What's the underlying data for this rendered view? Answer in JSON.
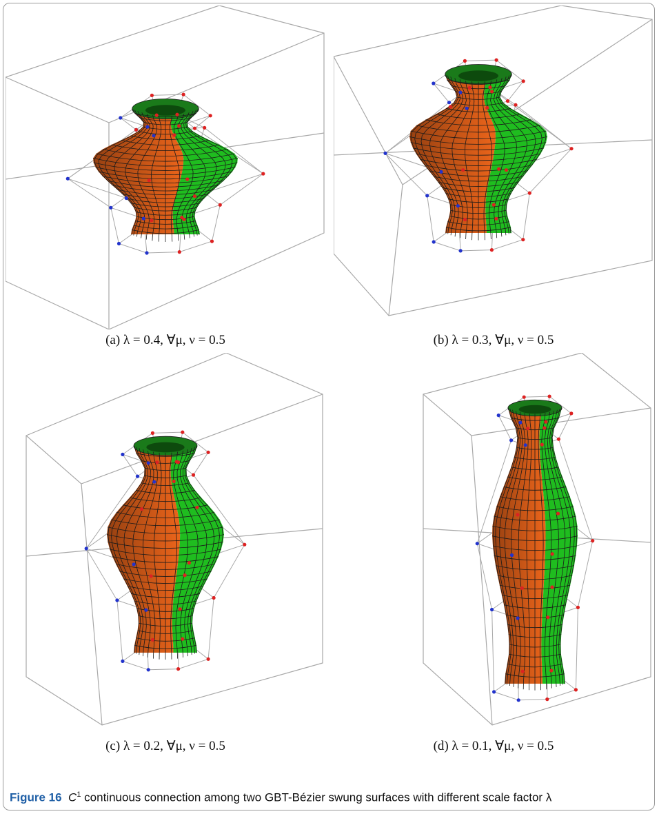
{
  "figure": {
    "label": "Figure 16",
    "caption_continuity": "C",
    "caption_superscript": "1",
    "caption_rest": " continuous connection among two GBT-Bézier swung surfaces with different scale factor λ"
  },
  "panels": [
    {
      "id": "a",
      "caption": "(a) λ = 0.4, ∀μ, ν = 0.5"
    },
    {
      "id": "b",
      "caption": "(b) λ = 0.3, ∀μ, ν = 0.5"
    },
    {
      "id": "c",
      "caption": "(c) λ = 0.2, ∀μ, ν = 0.5"
    },
    {
      "id": "d",
      "caption": "(d) λ = 0.1, ∀μ, ν = 0.5"
    }
  ],
  "colors": {
    "left_patch": "#e8631a",
    "right_patch": "#1fbd1f",
    "mesh_lines": "#1a1a1a",
    "bounding_box": "#a8a8a8",
    "control_points_left": "#2233cc",
    "control_points_right": "#dd2222",
    "figure_label": "#1f5fa6"
  }
}
